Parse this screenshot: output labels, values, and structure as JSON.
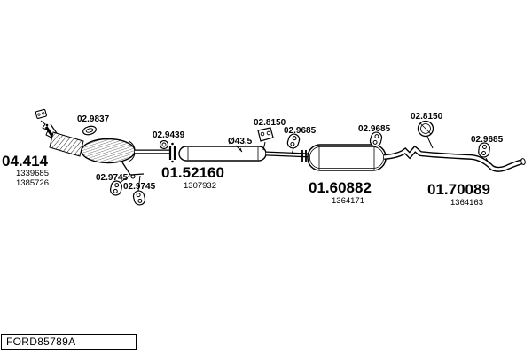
{
  "diagram": {
    "parts": {
      "gasket": {
        "code": "02.9837"
      },
      "catalyst": {
        "code": "04.414",
        "ref1": "1339685",
        "ref2": "1385726"
      },
      "hanger_front_1": {
        "code": "02.9745"
      },
      "hanger_front_2": {
        "code": "02.9745"
      },
      "seal_ring": {
        "code": "02.9439"
      },
      "centre_silencer": {
        "code": "01.52160",
        "ref": "1307932"
      },
      "pipe_diameter": {
        "text": "Ø43,5"
      },
      "bracket_mid": {
        "code": "02.8150"
      },
      "hanger_mid": {
        "code": "02.9685"
      },
      "rear_silencer": {
        "code": "01.60882",
        "ref": "1364171"
      },
      "hanger_rear": {
        "code": "02.9685"
      },
      "clamp_rear": {
        "code": "02.8150"
      },
      "hanger_tail": {
        "code": "02.9685"
      },
      "tailpipe": {
        "code": "01.70089",
        "ref": "1364163"
      }
    },
    "footer": {
      "drawing_number": "FORD85789A"
    }
  }
}
